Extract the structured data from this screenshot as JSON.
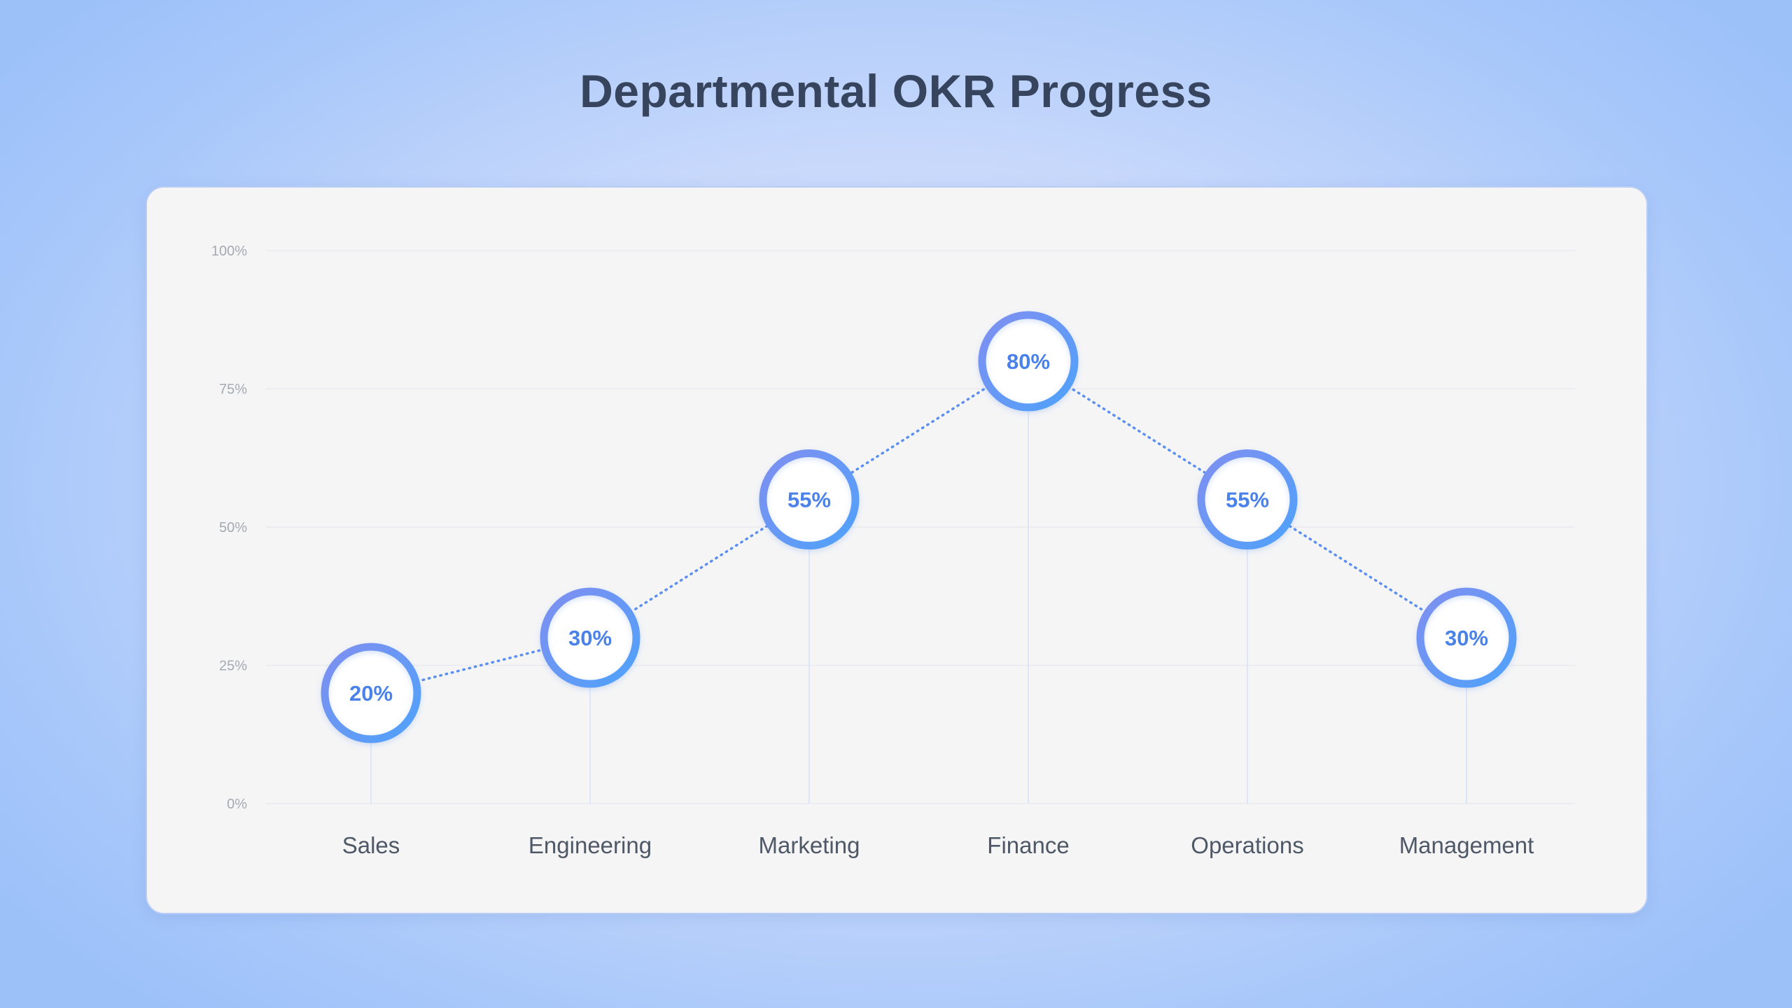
{
  "title": "Departmental OKR Progress",
  "chart_data": {
    "type": "line",
    "title": "Departmental OKR Progress",
    "categories": [
      "Sales",
      "Engineering",
      "Marketing",
      "Finance",
      "Operations",
      "Management"
    ],
    "values": [
      20,
      30,
      55,
      80,
      55,
      30
    ],
    "value_labels": [
      "20%",
      "30%",
      "55%",
      "80%",
      "55%",
      "30%"
    ],
    "y_ticks": [
      "0%",
      "25%",
      "50%",
      "75%",
      "100%"
    ],
    "ylim": [
      0,
      100
    ],
    "xlabel": "",
    "ylabel": "",
    "grid": true,
    "legend": "none",
    "marker_style": "ring",
    "line_style": "dotted",
    "colors": {
      "accent": "#4a82ea",
      "ring_start": "#7f8ff0",
      "ring_end": "#4fa2fb",
      "line": "#5b8ff0"
    }
  }
}
